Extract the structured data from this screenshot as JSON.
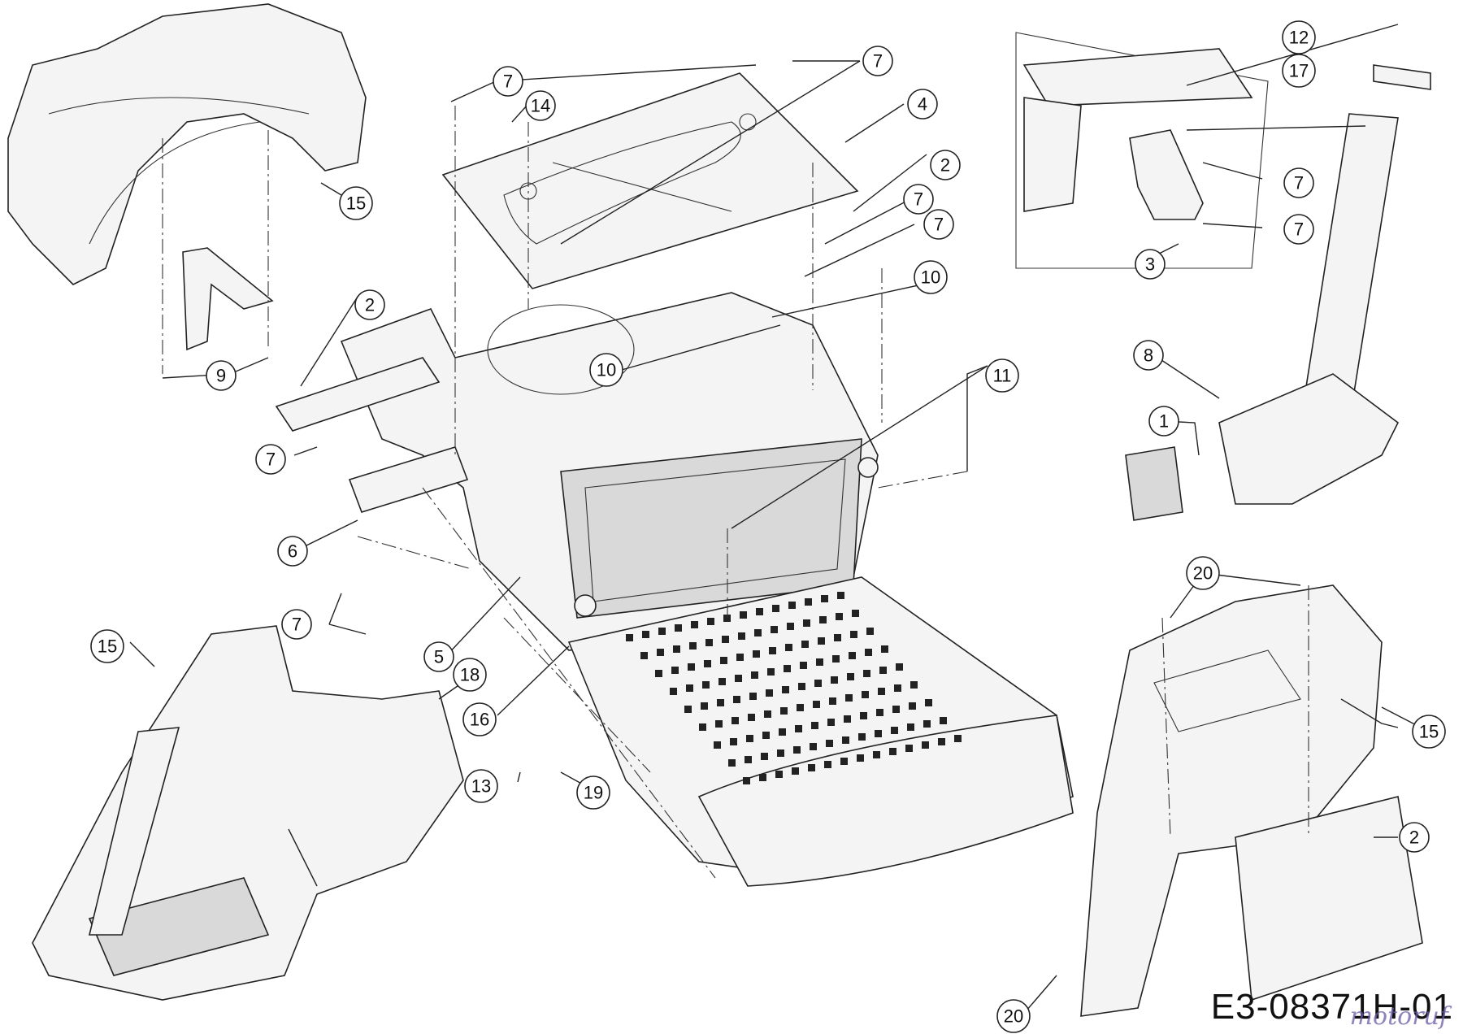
{
  "drawing": {
    "number": "E3-08371H-01",
    "watermark": "motoruf"
  },
  "callouts": [
    "1",
    "2",
    "3",
    "4",
    "5",
    "6",
    "7",
    "8",
    "9",
    "10",
    "11",
    "12",
    "13",
    "14",
    "15",
    "16",
    "17",
    "18",
    "19",
    "20"
  ]
}
